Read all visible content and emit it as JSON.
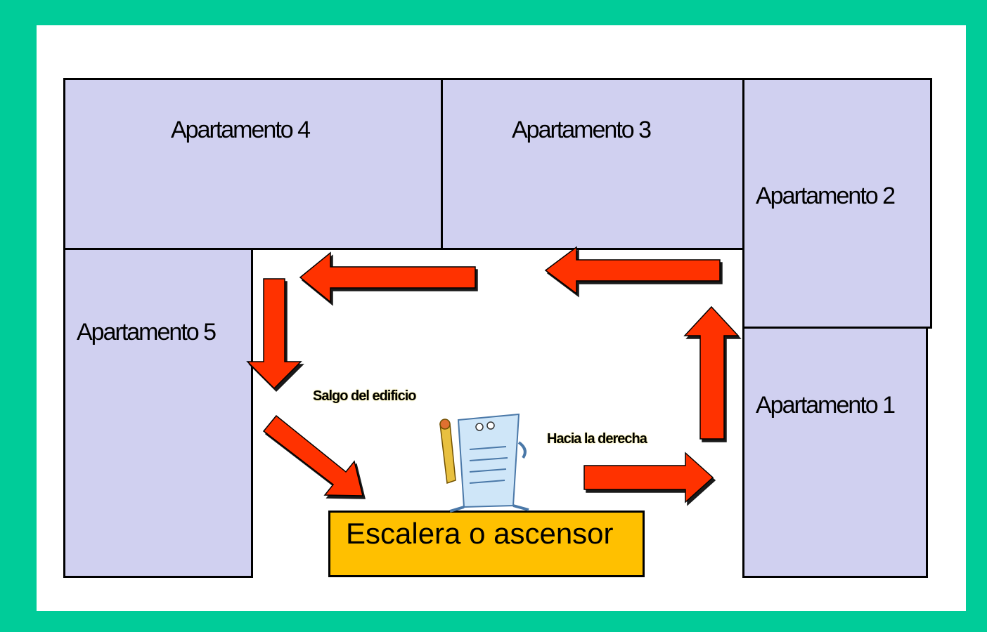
{
  "apartments": [
    {
      "label": "Apartamento 4"
    },
    {
      "label": "Apartamento 3"
    },
    {
      "label": "Apartamento 2"
    },
    {
      "label": "Apartamento 5"
    },
    {
      "label": "Apartamento 1"
    }
  ],
  "stairs": {
    "label": "Escalera o ascensor"
  },
  "annotations": {
    "exit": "Salgo del edificio",
    "right": "Hacia la derecha"
  },
  "colors": {
    "frame": "#00cc99",
    "apartment": "#d0d0f0",
    "arrow": "#ff3300",
    "stairs": "#ffc000"
  },
  "mascot": {
    "icon": "notepad-pencil-mascot-icon"
  }
}
